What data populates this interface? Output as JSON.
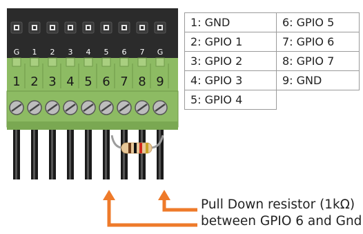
{
  "connector": {
    "pin_labels": [
      "G",
      "1",
      "2",
      "3",
      "4",
      "5",
      "6",
      "7",
      "G"
    ],
    "pin_numbers": [
      "1",
      "2",
      "3",
      "4",
      "5",
      "6",
      "7",
      "8",
      "9"
    ],
    "colors": {
      "housing": "#2b2b2b",
      "terminal": "#8dbb63",
      "terminal_dark": "#6f9a4a",
      "wire": "#1a1a1a",
      "arrow": "#ee7a2a"
    }
  },
  "pin_table": {
    "rows": [
      [
        "1:  GND",
        "6: GPIO 5"
      ],
      [
        "2: GPIO 1",
        "7: GPIO 6"
      ],
      [
        "3: GPIO 2",
        "8: GPIO 7"
      ],
      [
        "4: GPIO 3",
        "9: GND"
      ],
      [
        "5: GPIO 4",
        ""
      ]
    ]
  },
  "annotation": {
    "line1": "Pull Down resistor (1kΩ)",
    "line2": "between GPIO 6 and Gnd"
  },
  "resistor": {
    "bands": [
      "brown",
      "black",
      "red",
      "gold"
    ]
  }
}
